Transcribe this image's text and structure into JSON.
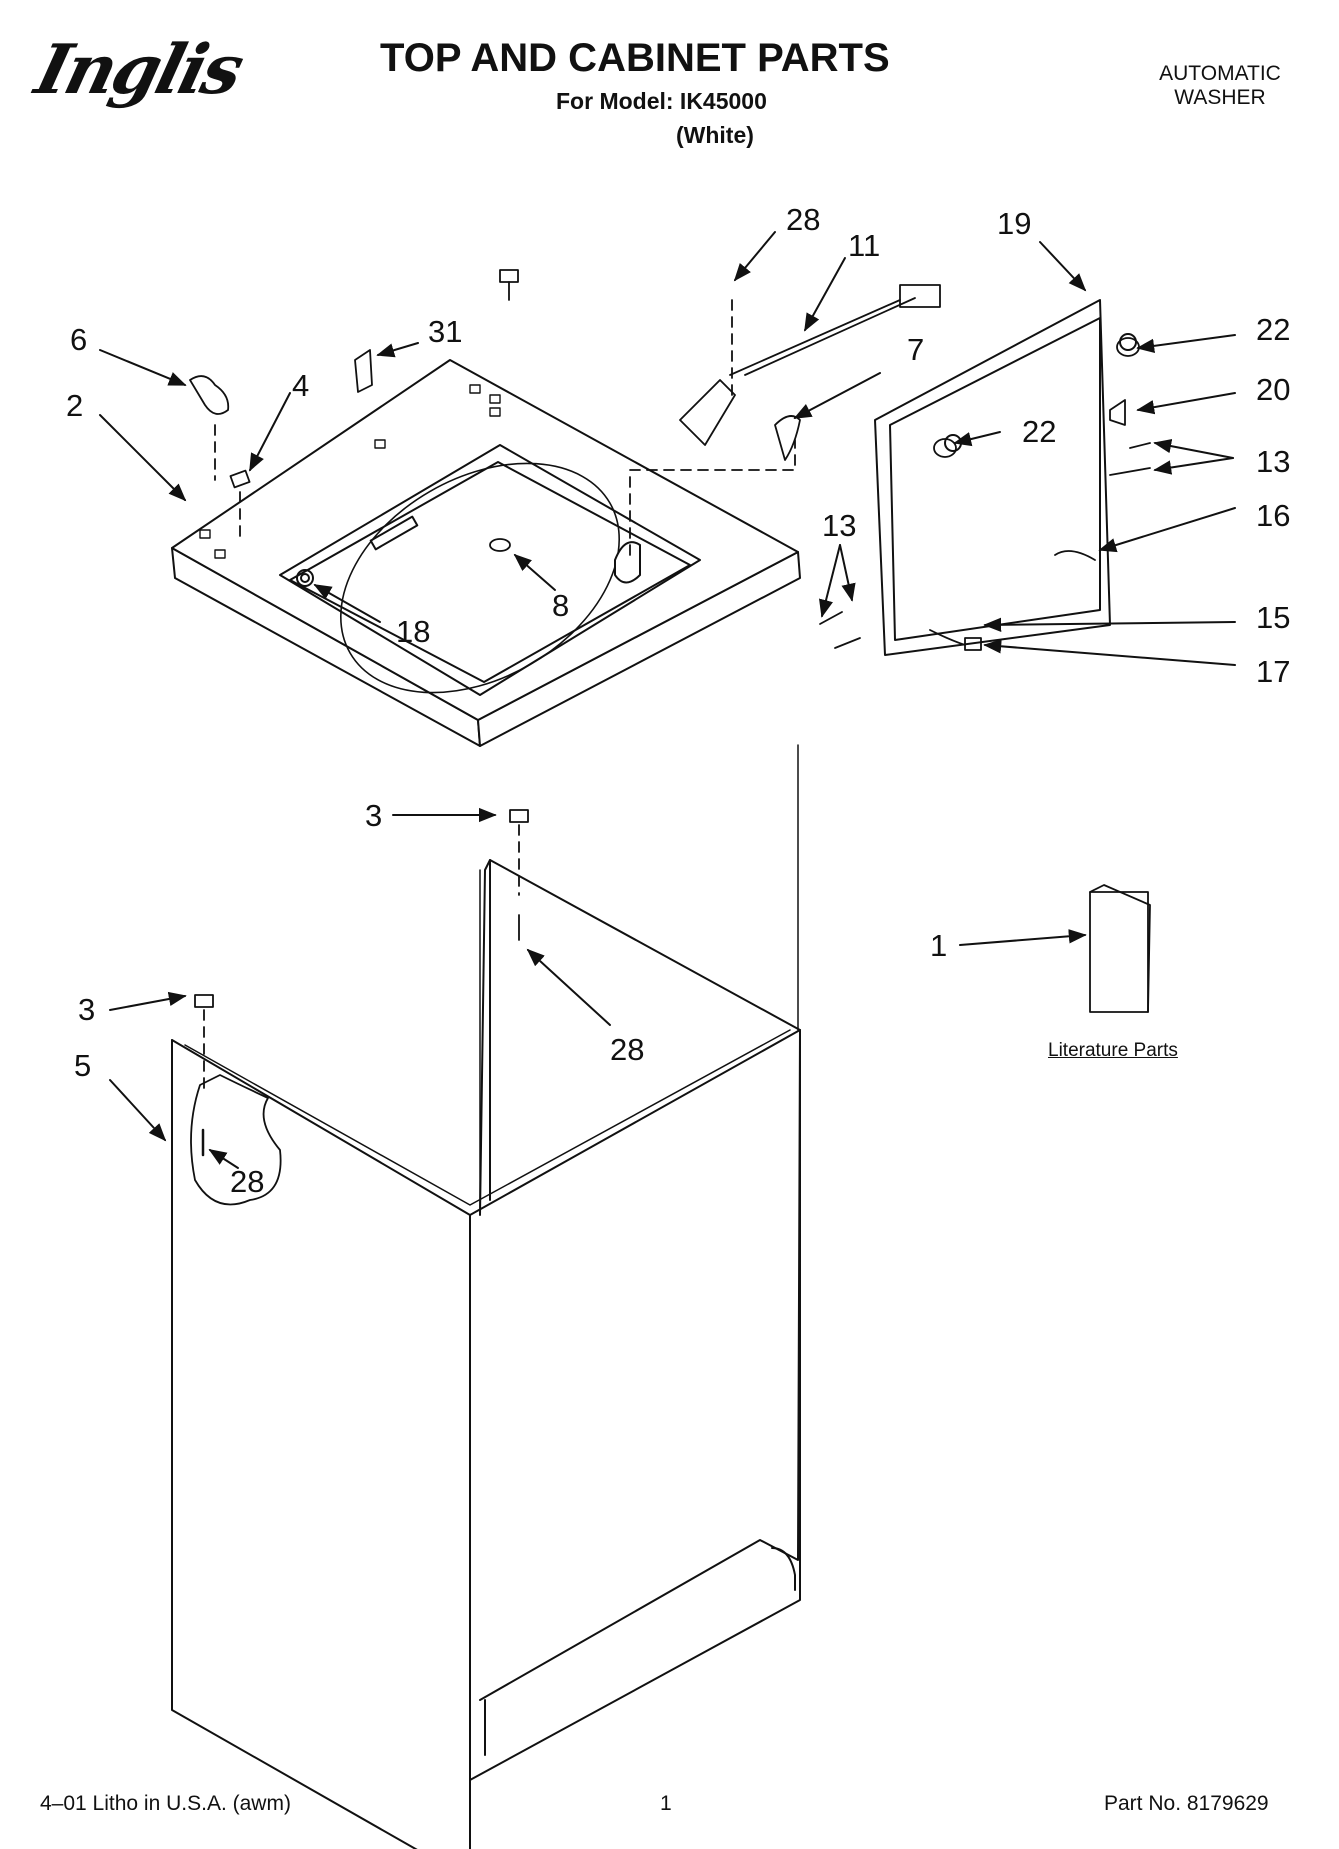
{
  "header": {
    "brand": "Inglis",
    "title": "TOP AND CABINET PARTS",
    "model_line": "For Model: IK45000",
    "variant": "(White)",
    "product_line1": "AUTOMATIC",
    "product_line2": "WASHER"
  },
  "callouts": {
    "c28a": "28",
    "c11": "11",
    "c19": "19",
    "c22a": "22",
    "c20": "20",
    "c13a": "13",
    "c16": "16",
    "c13b": "13",
    "c15": "15",
    "c17": "17",
    "c22b": "22",
    "c7": "7",
    "c6": "6",
    "c31": "31",
    "c4": "4",
    "c2": "2",
    "c8": "8",
    "c18": "18",
    "c3a": "3",
    "c3b": "3",
    "c28b": "28",
    "c5": "5",
    "c28c": "28",
    "c1": "1"
  },
  "literature": {
    "label": "Literature Parts"
  },
  "footer": {
    "left": "4–01 Litho in U.S.A. (awm)",
    "center": "1",
    "right": "Part No. 8179629"
  }
}
